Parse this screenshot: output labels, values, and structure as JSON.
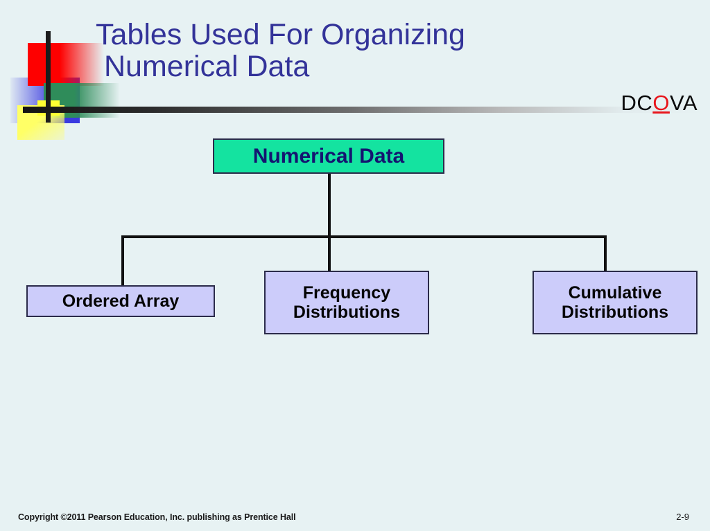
{
  "slide": {
    "title_line1": "Tables Used For Organizing",
    "title_line2": "Numerical Data",
    "background_color": "#e7f2f3",
    "title_color": "#333399"
  },
  "badge": {
    "prefix": "DC",
    "highlight": "O",
    "suffix": "VA",
    "highlight_color": "#e8151b"
  },
  "diagram": {
    "type": "tree",
    "root": {
      "label": "Numerical Data",
      "fill": "#14e3a0",
      "text_color": "#141470"
    },
    "children": [
      {
        "label": "Ordered Array",
        "fill": "#ccccfa",
        "text_color": "#050505"
      },
      {
        "label_line1": "Frequency",
        "label_line2": "Distributions",
        "fill": "#ccccfa",
        "text_color": "#050505"
      },
      {
        "label_line1": "Cumulative",
        "label_line2": "Distributions",
        "fill": "#ccccfa",
        "text_color": "#050505"
      }
    ]
  },
  "footer": {
    "copyright": "Copyright ©2011 Pearson Education, Inc. publishing as Prentice Hall",
    "page_number": "2-9"
  }
}
